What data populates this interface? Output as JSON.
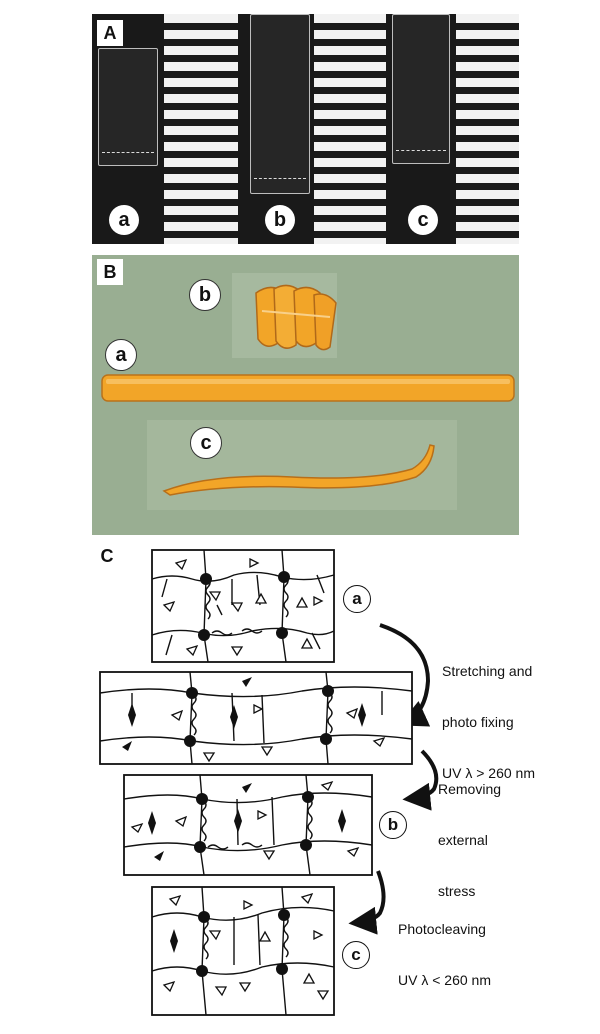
{
  "panels": {
    "a": {
      "tag": "A",
      "samples": [
        "a",
        "b",
        "c"
      ]
    },
    "b": {
      "tag": "B",
      "samples": [
        "a",
        "b",
        "c"
      ]
    },
    "c": {
      "tag": "C",
      "states": [
        "a",
        "b",
        "c"
      ],
      "steps": [
        {
          "line1": "Stretching and",
          "line2": "photo fixing",
          "line3": "UV λ > 260 nm"
        },
        {
          "line1": "Removing",
          "line2": "external",
          "line3": "stress"
        },
        {
          "line1": "Photocleaving",
          "line2": "UV λ < 260 nm",
          "line3": ""
        }
      ]
    }
  },
  "colors": {
    "gel_orange": "#f2a528",
    "panel_b_background": "#99ae92",
    "panel_a_background": "#111111"
  }
}
